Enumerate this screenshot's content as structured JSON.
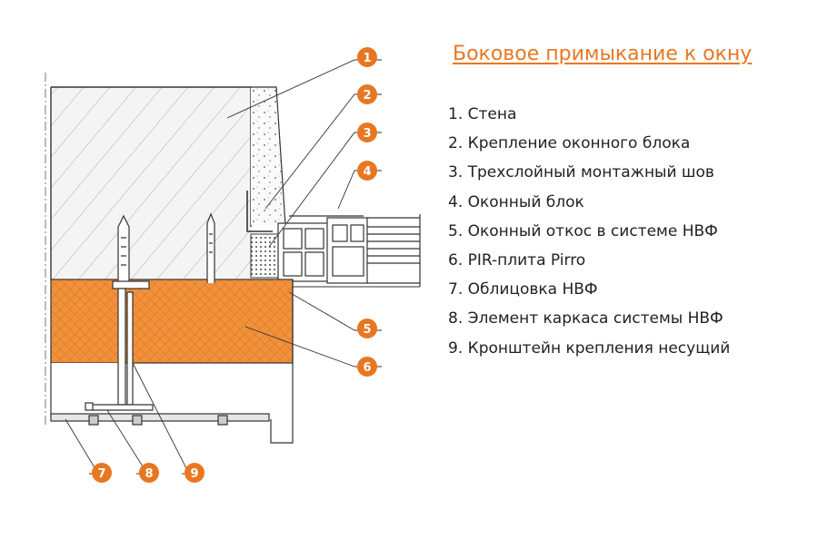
{
  "title": "Боковое примыкание к окну",
  "legend": [
    "1. Стена",
    "2. Крепление оконного блока",
    "3. Трехслойный монтажный шов",
    "4. Оконный блок",
    "5. Оконный откос в системе НВФ",
    "6. PIR-плита Pirro",
    "7. Облицовка НВФ",
    "8. Элемент каркаса системы НВФ",
    "9. Кронштейн крепления несущий"
  ],
  "callouts": [
    "1",
    "2",
    "3",
    "4",
    "5",
    "6",
    "7",
    "8",
    "9"
  ],
  "colors": {
    "accent": "#e87722",
    "insulation": "#f0923a",
    "line": "#333333",
    "text": "#222222"
  }
}
